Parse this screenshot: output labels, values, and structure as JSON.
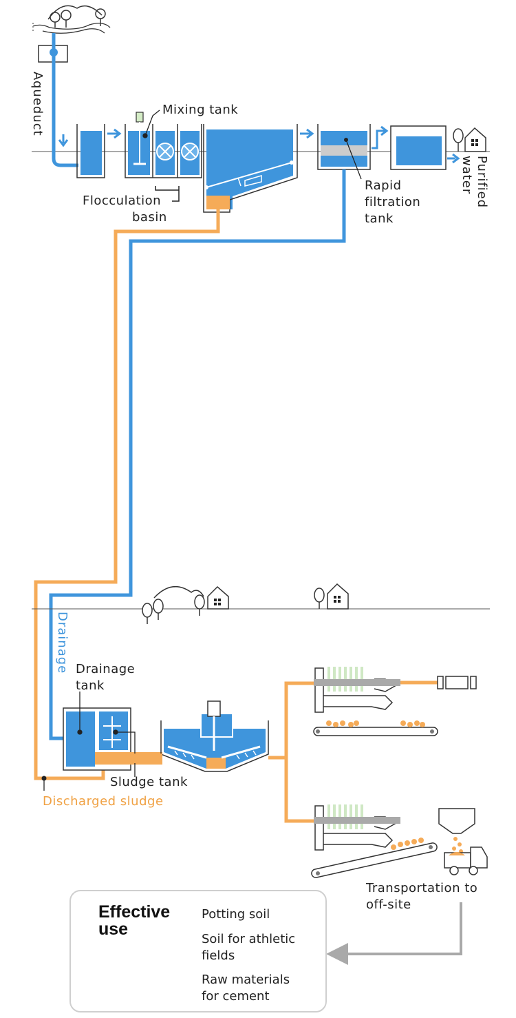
{
  "labels": {
    "aqueduct": "Aqueduct",
    "mixing_tank": "Mixing tank",
    "flocculation_basin_line1": "Flocculation",
    "flocculation_basin_line2": "basin",
    "rapid_filtration_line1": "Rapid",
    "rapid_filtration_line2": "filtration",
    "rapid_filtration_line3": "tank",
    "purified_line1": "Purified",
    "purified_line2": "water",
    "drainage": "Drainage",
    "drainage_tank_line1": "Drainage",
    "drainage_tank_line2": "tank",
    "sludge_tank": "Sludge tank",
    "discharged_sludge": "Discharged sludge",
    "transport_line1": "Transportation to",
    "transport_line2": "off-site"
  },
  "effective_use": {
    "title_line1": "Effective",
    "title_line2": "use",
    "items": [
      {
        "line1": "Potting soil",
        "line2": ""
      },
      {
        "line1": "Soil for athletic",
        "line2": "fields"
      },
      {
        "line1": "Raw materials",
        "line2": "for cement"
      }
    ]
  },
  "colors": {
    "water": "#3f95dc",
    "sludge": "#f5ab58",
    "outline": "#333333",
    "gray": "#a9a9a9",
    "filter_green": "#cfe8c4"
  }
}
